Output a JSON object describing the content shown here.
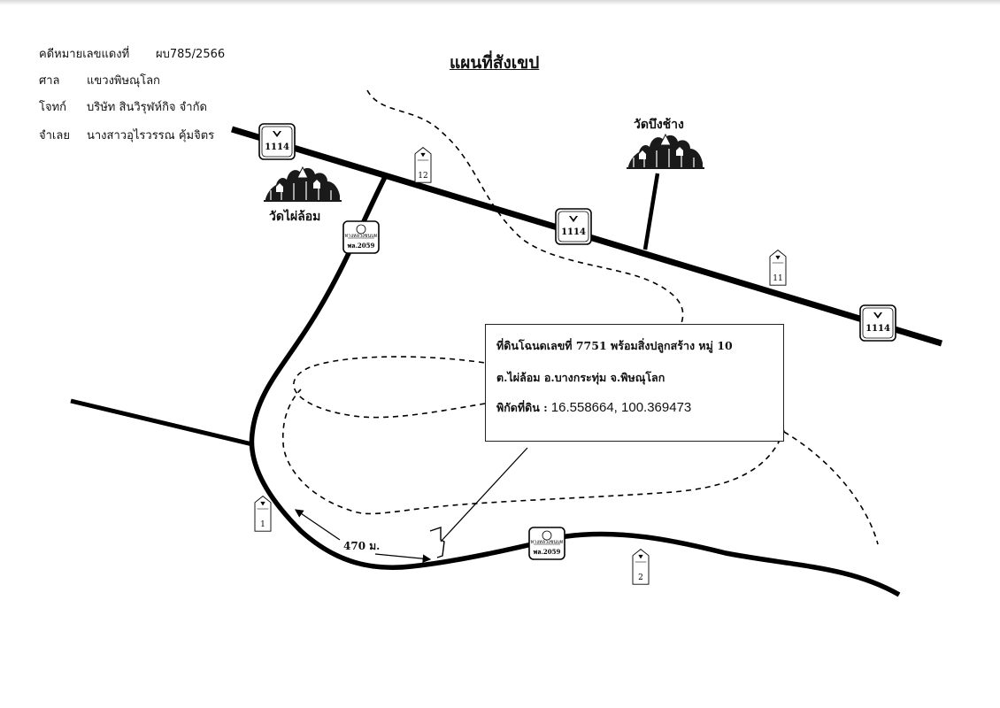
{
  "case": {
    "red_case_label": "คดีหมายเลขแดงที่",
    "red_case_no": "ผบ785/2566",
    "court_label": "ศาล",
    "court": "แขวงพิษณุโลก",
    "plaintiff_label": "โจทก์",
    "plaintiff": "บริษัท สินวิรุฬห์กิจ จำกัด",
    "defendant_label": "จำเลย",
    "defendant": "นางสาวอุไรวรรณ คุ้มจิตร"
  },
  "title": "แผนที่สังเขป",
  "info_box": {
    "line1": "ที่ดินโฉนดเลขที่ 7751 พร้อมสิ่งปลูกสร้าง หมู่ 10",
    "line2": "ต.ไผ่ล้อม อ.บางกระทุ่ม จ.พิษณุโลก",
    "coord_label": "พิกัดที่ดิน :",
    "coord_value": "16.558664, 100.369473"
  },
  "landmarks": {
    "temple_phai_lom": "วัดไผ่ล้อม",
    "temple_bueng_chang": "วัดบึงช้าง"
  },
  "distance": "470 ม.",
  "road_signs": {
    "highway": "1114",
    "rural_road_top": "ทางหลวงชนบท",
    "rural_road_bottom": "พล.2059"
  },
  "km_posts": [
    "12",
    "11",
    "1",
    "2"
  ],
  "colors": {
    "line": "#000000",
    "background": "#ffffff"
  }
}
